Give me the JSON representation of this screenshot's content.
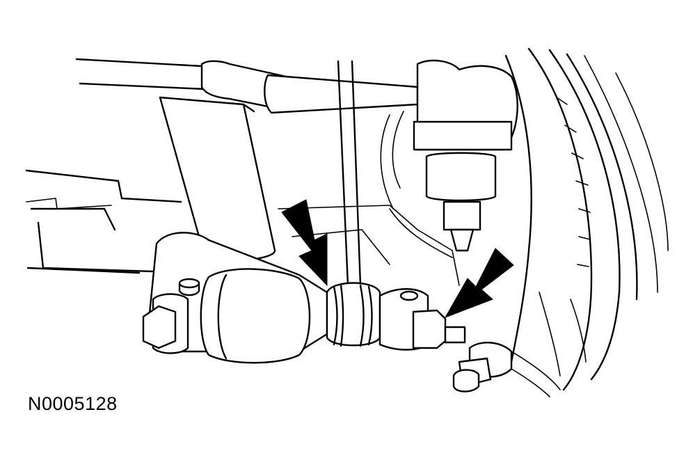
{
  "figure": {
    "id_label": "N0005128",
    "depicts": [
      "stabilizer-bar-link",
      "link-upper-nut",
      "link-lower-ball-joint-stud",
      "lower-control-arm",
      "front-brake-disc"
    ]
  },
  "colors": {
    "line": "#000000",
    "background": "#ffffff"
  },
  "icons": [
    "arrow-icon",
    "arrow-icon"
  ]
}
